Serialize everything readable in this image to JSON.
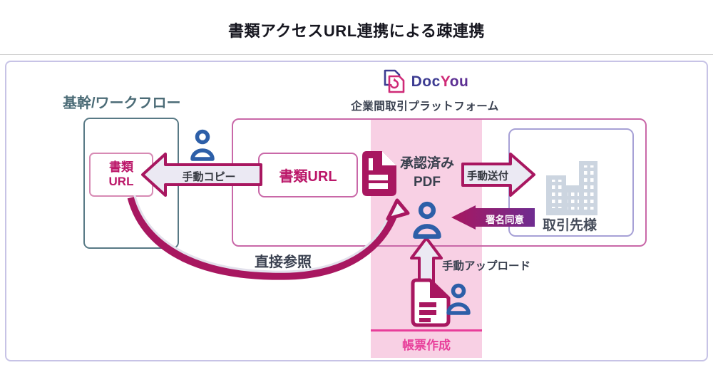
{
  "title": "書類アクセスURL連携による疎連携",
  "logo": {
    "brand_doc": "Doc",
    "brand_y": "Y",
    "brand_ou": "ou",
    "subtitle": "企業間取引プラットフォーム"
  },
  "core_system": {
    "heading": "基幹/ワークフロー",
    "doc_url_line1": "書類",
    "doc_url_line2": "URL"
  },
  "platform": {
    "doc_url": "書類URL",
    "approved_line1": "承認済み",
    "approved_line2": "PDF"
  },
  "partner": {
    "label": "取引先様"
  },
  "flows": {
    "manual_copy": "手動コピー",
    "manual_send": "手動送付",
    "sign_consent": "署名同意",
    "direct_reference": "直接参照",
    "manual_upload": "手動アップロード",
    "form_creation": "帳票作成"
  },
  "icons": {
    "docyou_logo_icon": "two overlapping documents",
    "person_icon": "user silhouette",
    "pdf_document_icon": "filled document with fold",
    "upload_document_icon": "outlined document with fold",
    "buildings_icon": "office buildings"
  },
  "colors": {
    "magenta": "#a81760",
    "magenta_text": "#bb1769",
    "band_pink": "#f8d0e4",
    "hot_pink": "#e83e9a",
    "platform_border": "#c968a8",
    "outer_border": "#c7c3e6",
    "partner_border": "#a7a1d6",
    "teal": "#587985",
    "person_blue": "#2d5fa8",
    "consent_purple": "#6f2c90",
    "arrow_fill": "#ebe9f3",
    "label_dark": "#363b45",
    "building_gray": "#ccd5e0"
  }
}
